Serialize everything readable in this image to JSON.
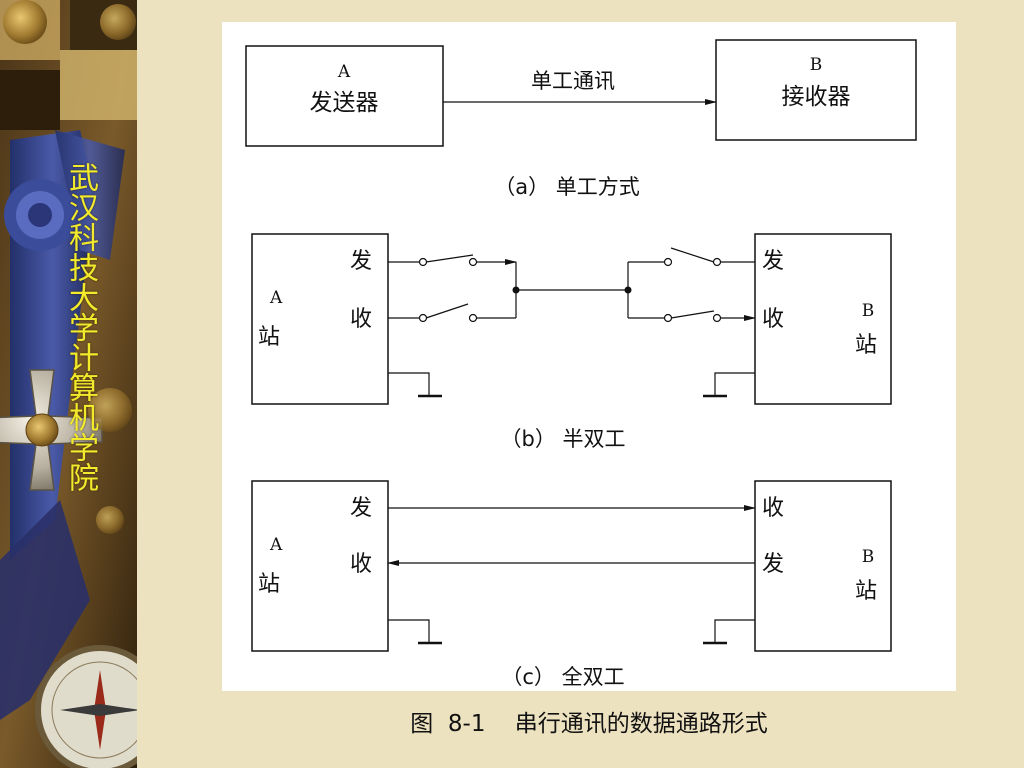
{
  "sidebar": {
    "school_name": "武汉科技大学计算机学院"
  },
  "diagram_a": {
    "sender_letter": "A",
    "sender_name": "发送器",
    "link_label": "单工通讯",
    "receiver_letter": "B",
    "receiver_name": "接收器",
    "caption": "（a）  单工方式"
  },
  "diagram_b": {
    "left_letter": "A",
    "left_station": "站",
    "left_send": "发",
    "left_recv": "收",
    "right_send": "发",
    "right_recv": "收",
    "right_letter": "B",
    "right_station": "站",
    "caption": "（b）  半双工"
  },
  "diagram_c": {
    "left_letter": "A",
    "left_station": "站",
    "left_send": "发",
    "left_recv": "收",
    "right_recv": "收",
    "right_send": "发",
    "right_letter": "B",
    "right_station": "站",
    "caption": "（c）  全双工"
  },
  "figure_caption": "图  8-1    串行通讯的数据通路形式",
  "colors": {
    "background": "#ede2c0",
    "school_text": "#f2ea2a",
    "panel": "#ffffff",
    "ink": "#111111"
  }
}
